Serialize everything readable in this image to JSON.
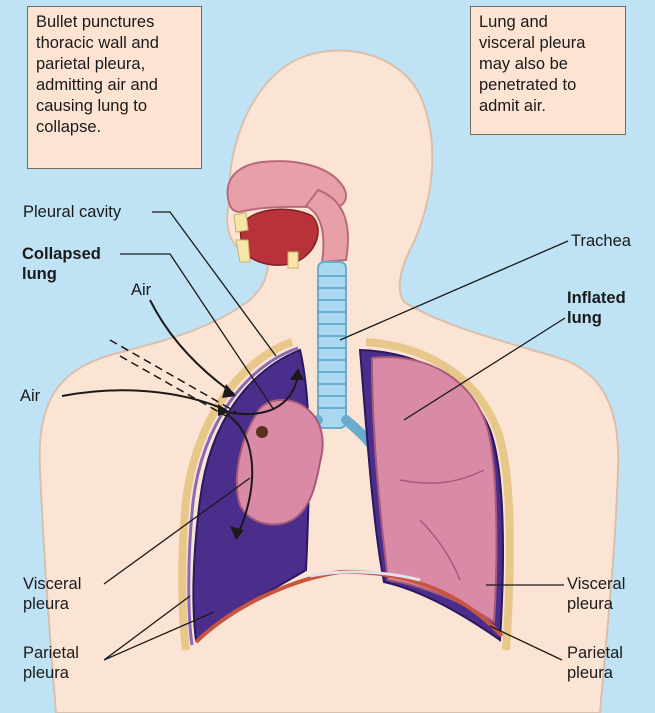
{
  "callouts": {
    "left": "Bullet punctures\nthoracic wall and\nparietal pleura,\nadmitting air and\ncausing lung to\ncollapse.",
    "right": "Lung and\nvisceral pleura\nmay also be\npenetrated to\nadmit air."
  },
  "labels": {
    "pleural_cavity": "Pleural cavity",
    "collapsed_lung": "Collapsed\nlung",
    "air_top": "Air",
    "air_left": "Air",
    "trachea": "Trachea",
    "inflated_lung": "Inflated\nlung",
    "visceral_pleura_left": "Visceral\npleura",
    "parietal_pleura_left": "Parietal\npleura",
    "visceral_pleura_right": "Visceral\npleura",
    "parietal_pleura_right": "Parietal\npleura"
  },
  "colors": {
    "background": "#bfe3f4",
    "callout_fill": "#fde3d2",
    "skin": "#fbe4d3",
    "lung_pink": "#d98aa6",
    "pleural_space": "#4b2e8c",
    "trachea": "#a9d8f0",
    "diaphragm": "#c8563e"
  }
}
